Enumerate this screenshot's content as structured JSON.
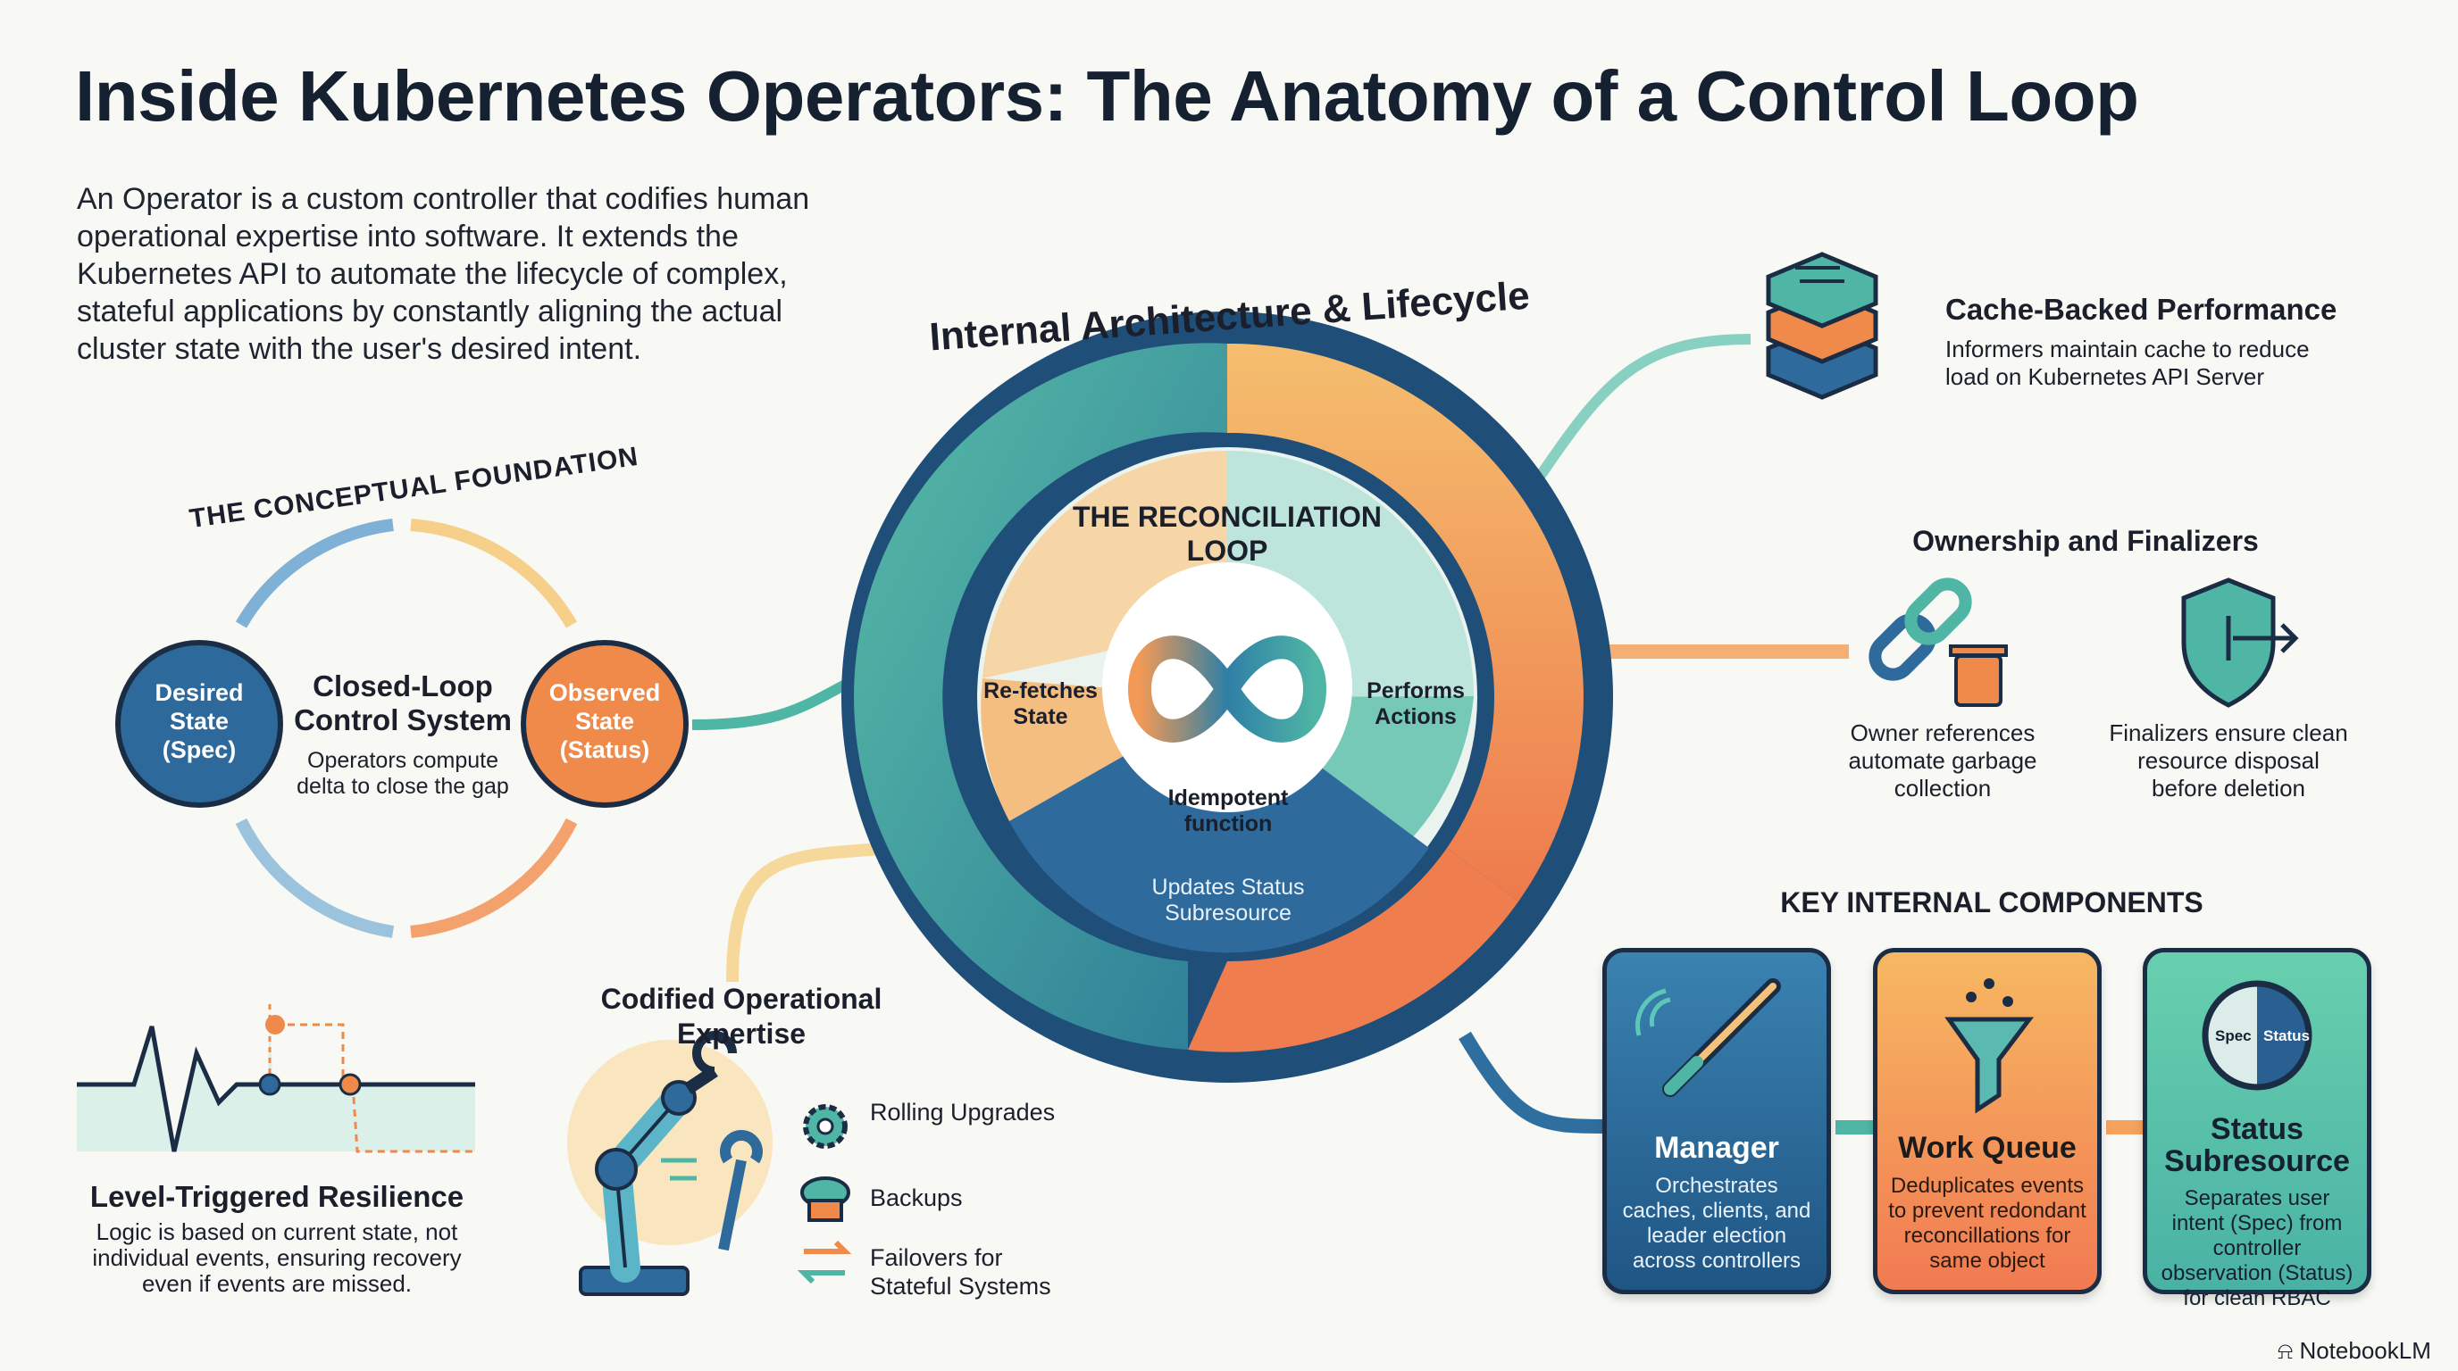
{
  "title": "Inside Kubernetes Operators: The Anatomy of a Control Loop",
  "intro": "An Operator is a custom controller that codifies human operational expertise into software. It extends the Kubernetes API to automate the lifecycle of complex, stateful applications by constantly aligning the actual cluster state with the user's desired intent.",
  "foundation": {
    "heading": "THE CONCEPTUAL FOUNDATION",
    "desired": "Desired State (Spec)",
    "observed": "Observed State (Status)",
    "center_title": "Closed-Loop Control System",
    "center_desc": "Operators compute delta to close the gap"
  },
  "architecture": {
    "heading": "Internal Architecture & Lifecycle",
    "loop_heading": "THE RECONCILIATION LOOP",
    "refetch": "Re-fetches State",
    "perform": "Performs Actions",
    "updates": "Updates Status Subresource",
    "center": "Idempotent function"
  },
  "resilience": {
    "title": "Level-Triggered Resilience",
    "desc": "Logic is based on current state, not individual events, ensuring recovery even if events are missed."
  },
  "expertise": {
    "title": "Codified Operational Expertise",
    "items": [
      {
        "icon": "gear-icon",
        "label": "Rolling Upgrades"
      },
      {
        "icon": "database-cloud-icon",
        "label": "Backups"
      },
      {
        "icon": "swap-arrows-icon",
        "label": "Failovers for Stateful Systems"
      }
    ]
  },
  "cache": {
    "title": "Cache-Backed Performance",
    "desc": "Informers maintain cache to reduce load on Kubernetes API Server"
  },
  "ownership": {
    "title": "Ownership and Finalizers",
    "owner_desc": "Owner references automate garbage collection",
    "finalizer_desc": "Finalizers ensure clean resource disposal before deletion"
  },
  "components": {
    "heading": "KEY INTERNAL COMPONENTS",
    "items": [
      {
        "title": "Manager",
        "desc": "Orchestrates caches, clients, and leader election across controllers",
        "color": "#2f6f9f"
      },
      {
        "title": "Work Queue",
        "desc": "Deduplicates events to prevent redondant reconcillations for same object",
        "color": "#f2925a"
      },
      {
        "title": "Status Subresource",
        "desc": "Separates user intent (Spec) from controller observation (Status) for clean RBAC",
        "color": "#5cc1a8"
      }
    ],
    "spec_label": "Spec",
    "status_label": "Status"
  },
  "branding": "NotebookLM",
  "colors": {
    "navy": "#1f4e79",
    "teal": "#4fb5a5",
    "orange": "#f08a4b",
    "yellow": "#f4c27a"
  }
}
